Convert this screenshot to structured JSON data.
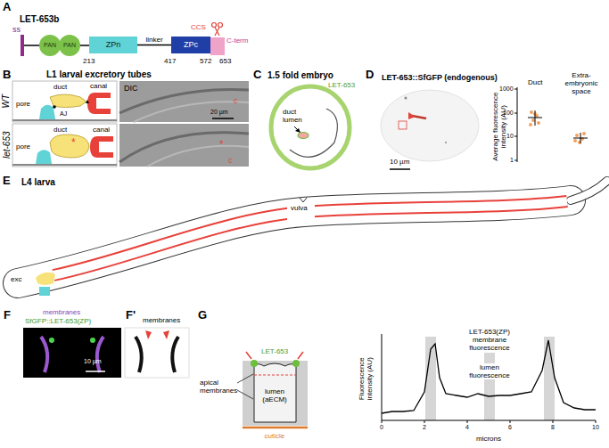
{
  "diagram": {
    "nodes": [
      {
        "text": [
          "PAN"
        ]
      },
      {
        "text": [
          "PAN"
        ]
      },
      {
        "text": [
          "ZPn"
        ]
      },
      {
        "text": [
          "ZPc"
        ]
      },
      {
        "text": [
          "C-term"
        ]
      }
    ],
    "edges": [
      {
        "from": 2,
        "to": 3,
        "label": "linker",
        "arrow": "none"
      }
    ],
    "labels": [
      "A",
      "LET-653b",
      "ss",
      "213",
      "417",
      "CCS",
      "572",
      "653",
      "B",
      "L1 larval excretory tubes",
      "WT",
      "duct",
      "canal",
      "pore",
      "AJ",
      "DIC",
      "c",
      "20 µm",
      "let-653",
      "duct",
      "canal",
      "pore",
      "*",
      "*",
      "c",
      "C",
      "1.5 fold embryo",
      "LET-653",
      "duct lumen",
      "D",
      "LET-653::SfGFP (endogenous)",
      "10 µm",
      "Average fluorescence intensity (AU)",
      "1000",
      "100",
      "10",
      "1",
      "Duct",
      "Extra-embryonic space",
      "E",
      "L4 larva",
      "vulva",
      "exc",
      "F",
      "membranes",
      "SfGFP::LET-653(ZP)",
      "10 µm",
      "F'",
      "membranes",
      "G",
      "LET-653",
      "apical membranes",
      "lumen (aECM)",
      "cuticle",
      "Fluorescence intensity (AU)",
      "0",
      "2",
      "4",
      "6",
      "8",
      "10",
      "microns",
      "LET-653(ZP) membrane fluorescence",
      "lumen fluorescence"
    ]
  }
}
